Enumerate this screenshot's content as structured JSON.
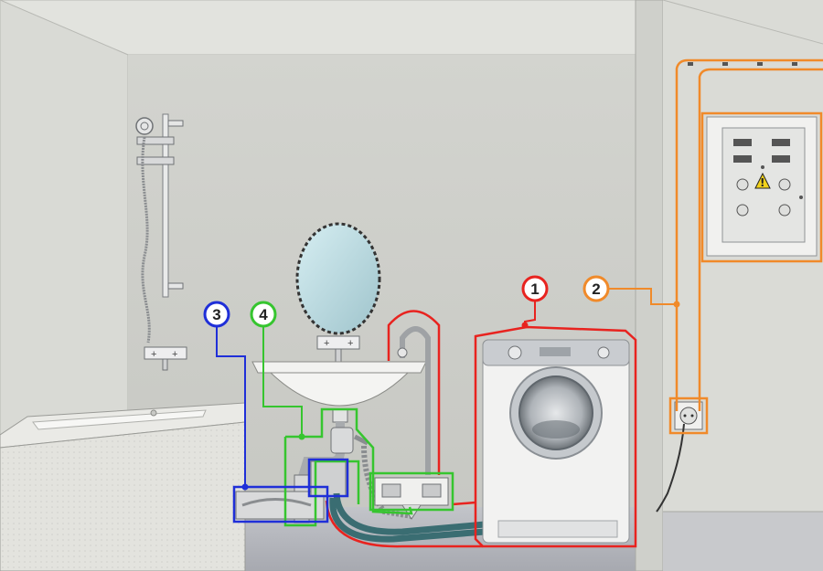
{
  "colors": {
    "wall": "#d6d7d2",
    "back_wall": "#c9cac6",
    "floor": "#b9bbc0",
    "appliance_outline": "#e8231f",
    "socket_line": "#f08a2a",
    "sink_outline": "#36c52f",
    "drain_outline": "#1f2fd8"
  },
  "callouts": [
    {
      "id": "1",
      "label": "1",
      "color": "#e8231f"
    },
    {
      "id": "2",
      "label": "2",
      "color": "#f08a2a"
    },
    {
      "id": "3",
      "label": "3",
      "color": "#1f2fd8"
    },
    {
      "id": "4",
      "label": "4",
      "color": "#36c52f"
    }
  ],
  "icons": {
    "warning": "!"
  }
}
